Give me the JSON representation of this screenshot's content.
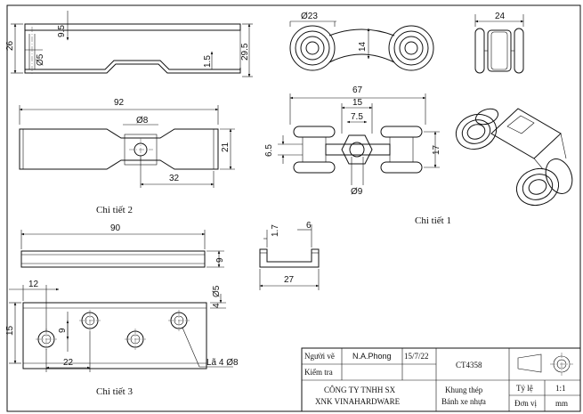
{
  "views": {
    "profile": {
      "dims": [
        "26",
        "9.5",
        "Ø5",
        "1.5",
        "29.5"
      ]
    },
    "top": {
      "dims": [
        "92",
        "Ø8",
        "21",
        "32"
      ]
    },
    "roller_front": {
      "dims": [
        "Ø23",
        "14",
        "24"
      ]
    },
    "roller_top": {
      "dims": [
        "67",
        "15",
        "7.5",
        "6.5",
        "17",
        "Ø9"
      ]
    },
    "bar": {
      "dims": [
        "90",
        "9"
      ]
    },
    "channel": {
      "dims": [
        "1.7",
        "6",
        "27"
      ]
    },
    "plate": {
      "dims": [
        "12",
        "4",
        "Ø5",
        "15",
        "9",
        "22",
        "Lã 4 Ø8"
      ]
    }
  },
  "captions": {
    "part2": "Chi tiết 2",
    "part1": "Chi tiết 1",
    "part3": "Chi tiết 3"
  },
  "title_block": {
    "drawn_by_label": "Người vẽ",
    "drawn_by": "N.A.Phong",
    "date": "15/7/22",
    "checked_label": "Kiểm tra",
    "drawing_no": "CT4358",
    "company_line1": "CÔNG TY TNHH SX",
    "company_line2": "XNK VINAHARDWARE",
    "product_line1": "Khung thép",
    "product_line2": "Bánh xe nhựa",
    "scale_label": "Tỷ lệ",
    "scale": "1:1",
    "unit_label": "Đơn vị",
    "unit": "mm"
  }
}
